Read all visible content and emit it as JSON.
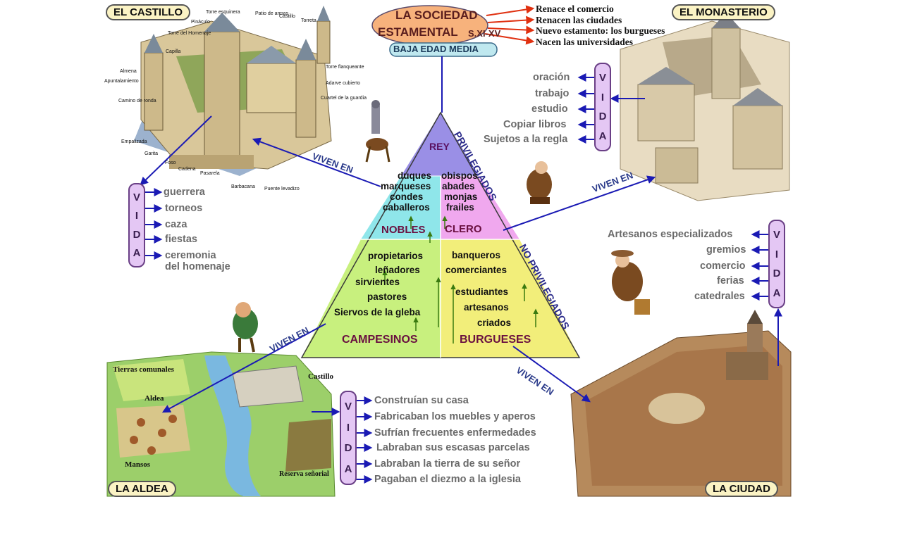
{
  "title": {
    "line1": "LA SOCIEDAD",
    "line2": "ESTAMENTAL",
    "era": "S.XI-XV",
    "period": "BAJA EDAD MEDIA"
  },
  "consequences": [
    "Renace el comercio",
    "Renacen las ciudades",
    "Nuevo estamento: los burgueses",
    "Nacen las universidades"
  ],
  "places": {
    "castle": "EL CASTILLO",
    "monastery": "EL MONASTERIO",
    "village": "LA  ALDEA",
    "city": "LA CIUDAD"
  },
  "vida_letters": [
    "V",
    "I",
    "D",
    "A"
  ],
  "viven_en": "VIVEN EN",
  "castle_life": [
    "guerrera",
    "torneos",
    "caza",
    "fiestas",
    "ceremonia",
    "del homenaje"
  ],
  "castle_parts": [
    "Torre esquinera",
    "Patio de armas",
    "Castillo",
    "Torreta",
    "Pináculo",
    "Torre del Homenaje",
    "Capilla",
    "Almena",
    "Apuntalamiento",
    "Camino de ronda",
    "Torre flanqueante",
    "Adarve cubierto",
    "Cuartel de la guardia",
    "Empalizada",
    "Garita",
    "Foso",
    "Cadena",
    "Pasarela",
    "Barbacana",
    "Puente levadizo"
  ],
  "monastery_life": [
    "oración",
    "trabajo",
    "estudio",
    "Copiar libros",
    "Sujetos a la regla"
  ],
  "city_life": [
    "Artesanos especializados",
    "gremios",
    "comercio",
    "ferias",
    "catedrales"
  ],
  "village_life": [
    "Construían su casa",
    "Fabricaban los muebles y aperos",
    "Sufrían frecuentes enfermedades",
    "Labraban sus escasas parcelas",
    "Labraban la tierra de su señor",
    "Pagaban el diezmo a la iglesia"
  ],
  "village_map": [
    "Tierras comunales",
    "Aldea",
    "Castillo",
    "Mansos",
    "Reserva señorial"
  ],
  "pyramid": {
    "king": "REY",
    "privileged": "PRIVILEGIADOS",
    "non_privileged": "NO PRIVILEGIADOS",
    "nobles_label": "NOBLES",
    "clergy_label": "CLERO",
    "nobles": [
      "duques",
      "marqueses",
      "condes",
      "caballeros"
    ],
    "clergy": [
      "obispos",
      "abades",
      "monjas",
      "frailes"
    ],
    "peasants_label": "CAMPESINOS",
    "bourgeois_label": "BURGUESES",
    "peasants": [
      "propietarios",
      "leñadores",
      "sirvientes",
      "pastores",
      "Siervos de la gleba"
    ],
    "bourgeois": [
      "banqueros",
      "comerciantes",
      "estudiantes",
      "artesanos",
      "criados"
    ]
  },
  "colors": {
    "king": "#9a8fe6",
    "nobles": "#8fe6ea",
    "clergy": "#f0a8ee",
    "peasants": "#c8f07e",
    "bourgeois": "#f2ee7a",
    "arrow": "#1a1ab4",
    "red_arrow": "#e03010",
    "vida_bg": "#e4c7f4"
  }
}
